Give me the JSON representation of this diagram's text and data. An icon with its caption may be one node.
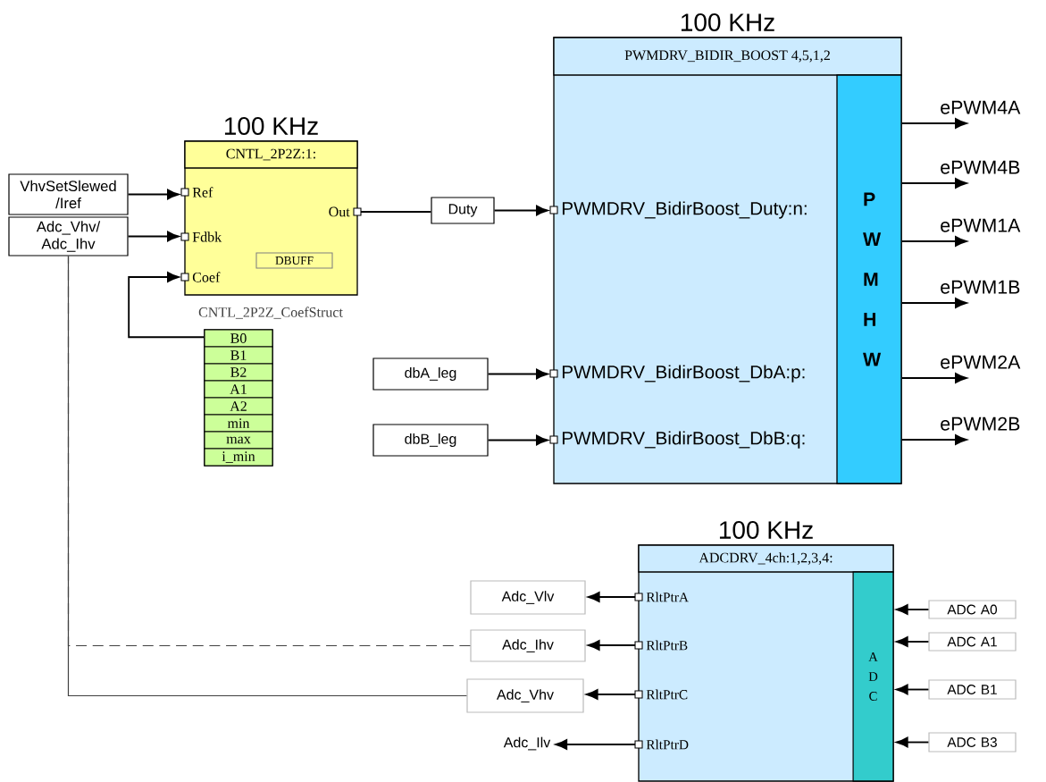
{
  "diagram": {
    "nodes": [
      {
        "text": [
          "100 KHz",
          "CNTL_2P2Z:1:"
        ]
      },
      {
        "text": [
          "Ref"
        ],
        "in": 0
      },
      {
        "text": [
          "Fdbk"
        ],
        "in": 0
      },
      {
        "text": [
          "Coef"
        ],
        "in": 0
      },
      {
        "text": [
          "Out"
        ],
        "in": 0
      },
      {
        "text": [
          "DBUFF"
        ],
        "in": 0
      },
      {
        "text": [
          "VhvSetSlewed /Iref"
        ]
      },
      {
        "text": [
          "Adc_Vhv/ Adc_Ihv"
        ]
      },
      {
        "text": [
          "B0",
          "B1",
          "B2",
          "A1",
          "A2",
          "min",
          "max",
          "i_min"
        ],
        "beside": [
          "CNTL_2P2Z_CoefStruct"
        ]
      },
      {
        "text": [
          "Duty"
        ]
      },
      {
        "text": [
          "100 KHz",
          "PWMDRV_BIDIR_BOOST 4,5,1,2"
        ]
      },
      {
        "text": [
          "PWMDRV_BidirBoost_Duty:n:"
        ],
        "in": 10
      },
      {
        "text": [
          "PWMDRV_BidirBoost_DbA:p:"
        ],
        "in": 10
      },
      {
        "text": [
          "PWMDRV_BidirBoost_DbB:q:"
        ],
        "in": 10
      },
      {
        "text": [
          "P W M H W"
        ],
        "in": 10
      },
      {
        "text": [
          "dbA_leg"
        ]
      },
      {
        "text": [
          "dbB_leg"
        ]
      },
      {
        "text": [
          "ePWM4A"
        ]
      },
      {
        "text": [
          "ePWM4B"
        ]
      },
      {
        "text": [
          "ePWM1A"
        ]
      },
      {
        "text": [
          "ePWM1B"
        ]
      },
      {
        "text": [
          "ePWM2A"
        ]
      },
      {
        "text": [
          "ePWM2B"
        ]
      },
      {
        "text": [
          "100 KHz",
          "ADCDRV_4ch:1,2,3,4:"
        ]
      },
      {
        "text": [
          "RltPtrA"
        ],
        "in": 23
      },
      {
        "text": [
          "RltPtrB"
        ],
        "in": 23
      },
      {
        "text": [
          "RltPtrC"
        ],
        "in": 23
      },
      {
        "text": [
          "RltPtrD"
        ],
        "in": 23
      },
      {
        "text": [
          "A D C"
        ],
        "in": 23
      },
      {
        "text": [
          "Adc_Vlv"
        ]
      },
      {
        "text": [
          "Adc_Ihv"
        ]
      },
      {
        "text": [
          "Adc_Vhv"
        ]
      },
      {
        "text": [
          "Adc_Ilv"
        ]
      },
      {
        "text": [
          "ADC A0"
        ]
      },
      {
        "text": [
          "ADC A1"
        ]
      },
      {
        "text": [
          "ADC B1"
        ]
      },
      {
        "text": [
          "ADC B3"
        ]
      }
    ],
    "edges": [
      {
        "from": 6,
        "to": 1,
        "arrow": "to"
      },
      {
        "from": 7,
        "to": 2,
        "arrow": "to"
      },
      {
        "from": 8,
        "to": 3,
        "arrow": "to"
      },
      {
        "from": 4,
        "to": 9,
        "arrow": "none"
      },
      {
        "from": 9,
        "to": 11,
        "arrow": "to"
      },
      {
        "from": 15,
        "to": 12,
        "arrow": "to"
      },
      {
        "from": 16,
        "to": 13,
        "arrow": "to"
      },
      {
        "from": 14,
        "to": 17,
        "arrow": "to"
      },
      {
        "from": 14,
        "to": 18,
        "arrow": "to"
      },
      {
        "from": 14,
        "to": 19,
        "arrow": "to"
      },
      {
        "from": 14,
        "to": 20,
        "arrow": "to"
      },
      {
        "from": 14,
        "to": 21,
        "arrow": "to"
      },
      {
        "from": 14,
        "to": 22,
        "arrow": "to"
      },
      {
        "from": 24,
        "to": 29,
        "arrow": "to"
      },
      {
        "from": 25,
        "to": 30,
        "arrow": "to"
      },
      {
        "from": 26,
        "to": 31,
        "arrow": "to"
      },
      {
        "from": 27,
        "to": 32,
        "arrow": "to"
      },
      {
        "from": 31,
        "to": 7,
        "arrow": "none"
      },
      {
        "from": 30,
        "to": 7,
        "arrow": "none",
        "style": "dashed"
      },
      {
        "from": 33,
        "to": 28,
        "arrow": "to"
      },
      {
        "from": 34,
        "to": 28,
        "arrow": "to"
      },
      {
        "from": 35,
        "to": 28,
        "arrow": "to"
      },
      {
        "from": 36,
        "to": 28,
        "arrow": "to"
      }
    ]
  }
}
